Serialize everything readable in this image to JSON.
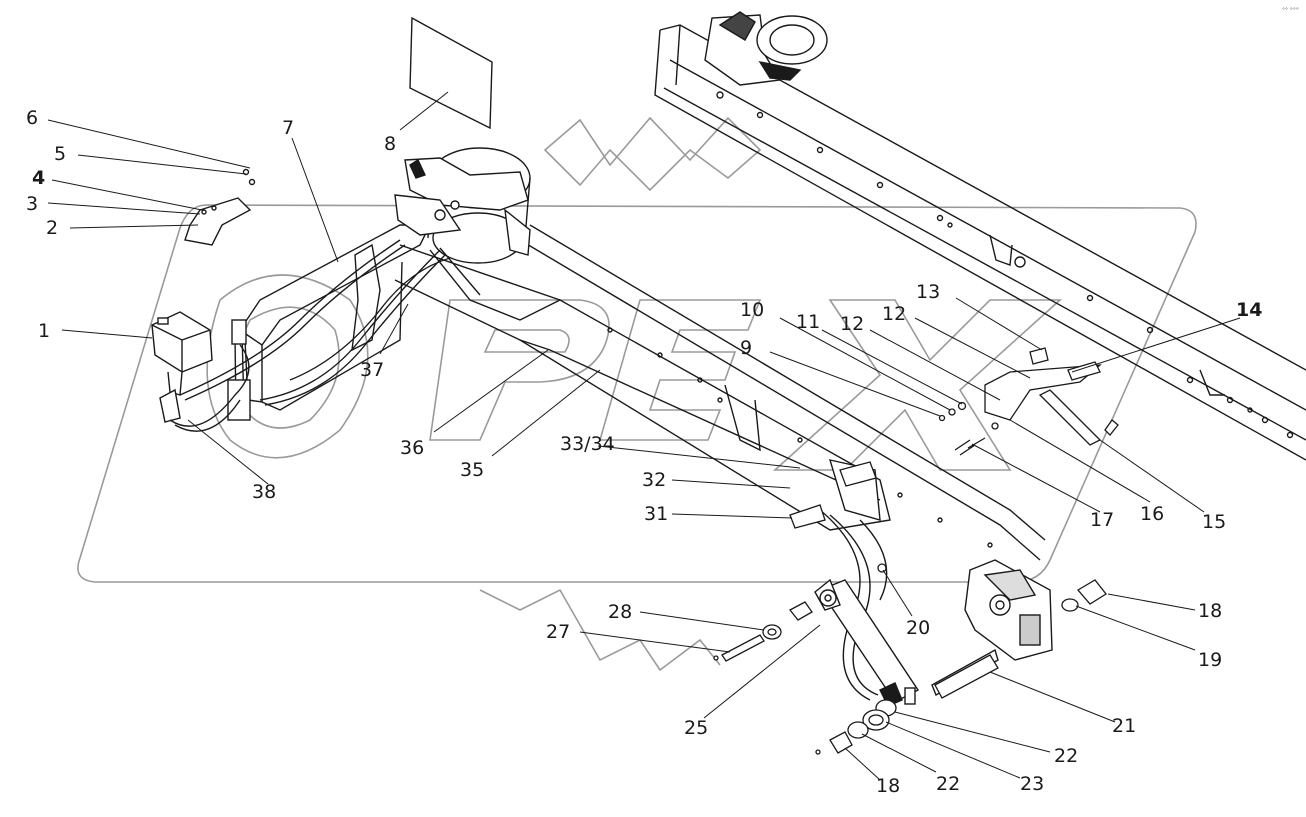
{
  "diagram": {
    "callouts": [
      {
        "id": "c1",
        "label": "1",
        "bold": false
      },
      {
        "id": "c2",
        "label": "2",
        "bold": false
      },
      {
        "id": "c3",
        "label": "3",
        "bold": false
      },
      {
        "id": "c4",
        "label": "4",
        "bold": true
      },
      {
        "id": "c5",
        "label": "5",
        "bold": false
      },
      {
        "id": "c6",
        "label": "6",
        "bold": false
      },
      {
        "id": "c7",
        "label": "7",
        "bold": false
      },
      {
        "id": "c8",
        "label": "8",
        "bold": false
      },
      {
        "id": "c9",
        "label": "9",
        "bold": false
      },
      {
        "id": "c10",
        "label": "10",
        "bold": false
      },
      {
        "id": "c11",
        "label": "11",
        "bold": false
      },
      {
        "id": "c12a",
        "label": "12",
        "bold": false
      },
      {
        "id": "c12b",
        "label": "12",
        "bold": false
      },
      {
        "id": "c13",
        "label": "13",
        "bold": false
      },
      {
        "id": "c14",
        "label": "14",
        "bold": true
      },
      {
        "id": "c15",
        "label": "15",
        "bold": false
      },
      {
        "id": "c16",
        "label": "16",
        "bold": false
      },
      {
        "id": "c17",
        "label": "17",
        "bold": false
      },
      {
        "id": "c18a",
        "label": "18",
        "bold": false
      },
      {
        "id": "c18b",
        "label": "18",
        "bold": false
      },
      {
        "id": "c19",
        "label": "19",
        "bold": false
      },
      {
        "id": "c20",
        "label": "20",
        "bold": false
      },
      {
        "id": "c21",
        "label": "21",
        "bold": false
      },
      {
        "id": "c22a",
        "label": "22",
        "bold": false
      },
      {
        "id": "c22b",
        "label": "22",
        "bold": false
      },
      {
        "id": "c23",
        "label": "23",
        "bold": false
      },
      {
        "id": "c25",
        "label": "25",
        "bold": false
      },
      {
        "id": "c27",
        "label": "27",
        "bold": false
      },
      {
        "id": "c28",
        "label": "28",
        "bold": false
      },
      {
        "id": "c31",
        "label": "31",
        "bold": false
      },
      {
        "id": "c32",
        "label": "32",
        "bold": false
      },
      {
        "id": "c3334",
        "label": "33/34",
        "bold": false
      },
      {
        "id": "c35",
        "label": "35",
        "bold": false
      },
      {
        "id": "c36",
        "label": "36",
        "bold": false
      },
      {
        "id": "c37",
        "label": "37",
        "bold": false
      },
      {
        "id": "c38",
        "label": "38",
        "bold": false
      }
    ],
    "corner_mark": "°° °°°",
    "watermark": "OPEX",
    "colors": {
      "line": "#1a1a1a",
      "watermark": "#9a9a9a",
      "background": "#ffffff"
    }
  }
}
